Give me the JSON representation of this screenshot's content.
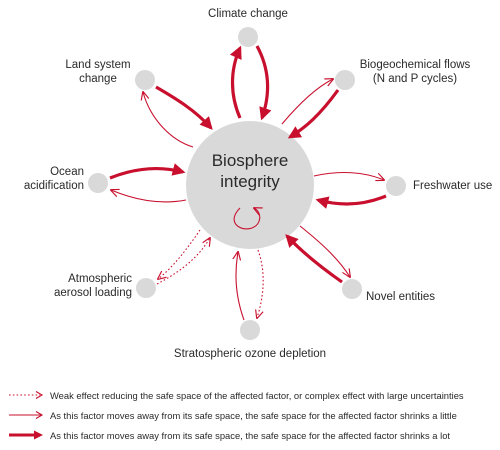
{
  "hub": {
    "line1": "Biosphere",
    "line2": "integrity"
  },
  "factors": {
    "climate": "Climate change",
    "land_1": "Land system",
    "land_2": "change",
    "biogeo_1": "Biogeochemical flows",
    "biogeo_2": "(N and P cycles)",
    "ocean_1": "Ocean",
    "ocean_2": "acidification",
    "freshwater": "Freshwater use",
    "aerosol_1": "Atmospheric",
    "aerosol_2": "aerosol loading",
    "novel": "Novel entities",
    "ozone": "Stratospheric ozone depletion"
  },
  "legend": {
    "dotted": "Weak effect reducing the safe space of the affected factor, or complex effect with large uncertainties",
    "thin": "As this factor moves away from its safe space, the safe space for the affected factor shrinks a little",
    "thick": "As this factor moves away from its safe space, the safe space for the affected factor shrinks a lot"
  },
  "colors": {
    "arrow": "#c8102e",
    "node": "#d9d9d9",
    "hub": "#d9d9d9",
    "text": "#2a2a2a"
  }
}
